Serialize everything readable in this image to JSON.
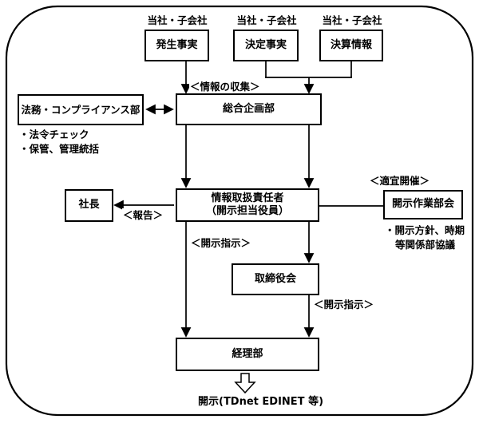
{
  "diagram": {
    "sources": [
      {
        "group": "当社・子会社",
        "name": "発生事実"
      },
      {
        "group": "当社・子会社",
        "name": "決定事実"
      },
      {
        "group": "当社・子会社",
        "name": "決算情報"
      }
    ],
    "boxes": {
      "legal": "法務・コンプライアンス部",
      "planning": "総合企画部",
      "president": "社長",
      "manager_line1": "情報取扱責任者",
      "manager_line2": "（開示担当役員）",
      "workgroup": "開示作業部会",
      "board": "取締役会",
      "accounting": "経理部"
    },
    "labels": {
      "collect": "＜情報の収集＞",
      "report": "＜報告＞",
      "as_needed": "＜適宜開催＞",
      "instruction_left": "＜開示指示＞",
      "instruction_right": "＜開示指示＞",
      "output": "開示(TDnet EDINET 等)"
    },
    "notes": {
      "legal": [
        "・法令チェック",
        "・保管、管理統括"
      ],
      "workgroup": [
        "・開示方針、時期",
        "等関係部協議"
      ]
    },
    "colors": {
      "ink": "#000000",
      "background": "#ffffff"
    }
  }
}
